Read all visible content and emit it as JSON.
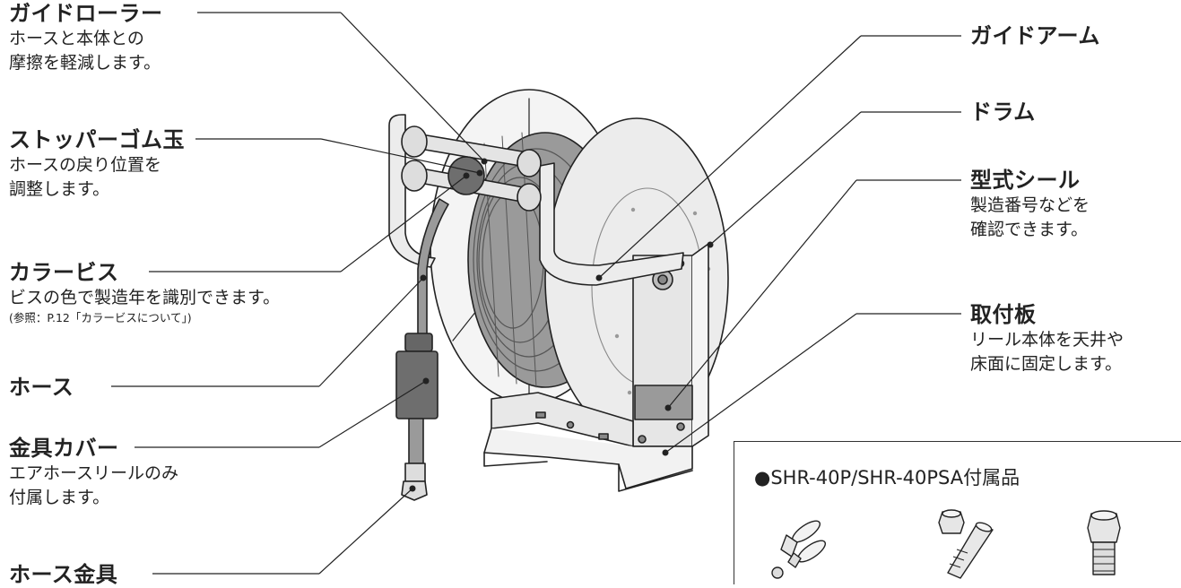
{
  "labels": {
    "guide_roller": {
      "title": "ガイドローラー",
      "desc": [
        "ホースと本体との",
        "摩擦を軽減します。"
      ]
    },
    "stopper": {
      "title": "ストッパーゴム玉",
      "desc": [
        "ホースの戻り位置を",
        "調整します。"
      ]
    },
    "color_screw": {
      "title": "カラービス",
      "desc": [
        "ビスの色で製造年を識別できます。"
      ],
      "note": "(参照：P.12「カラービスについて」)"
    },
    "hose": {
      "title": "ホース"
    },
    "fitting_cover": {
      "title": "金具カバー",
      "desc": [
        "エアホースリールのみ",
        "付属します。"
      ]
    },
    "hose_fitting": {
      "title": "ホース金具"
    },
    "guide_arm": {
      "title": "ガイドアーム"
    },
    "drum": {
      "title": "ドラム"
    },
    "model_seal": {
      "title": "型式シール",
      "desc": [
        "製造番号などを",
        "確認できます。"
      ]
    },
    "mounting_plate": {
      "title": "取付板",
      "desc": [
        "リール本体を天井や",
        "床面に固定します。"
      ]
    }
  },
  "accessories": {
    "title": "●SHR-40P/SHR-40PSA付属品"
  },
  "colors": {
    "line": "#222222",
    "metal": "#ececec",
    "hose": "#9a9a9a",
    "dark": "#6e6e6e",
    "rubber": "#555555"
  }
}
